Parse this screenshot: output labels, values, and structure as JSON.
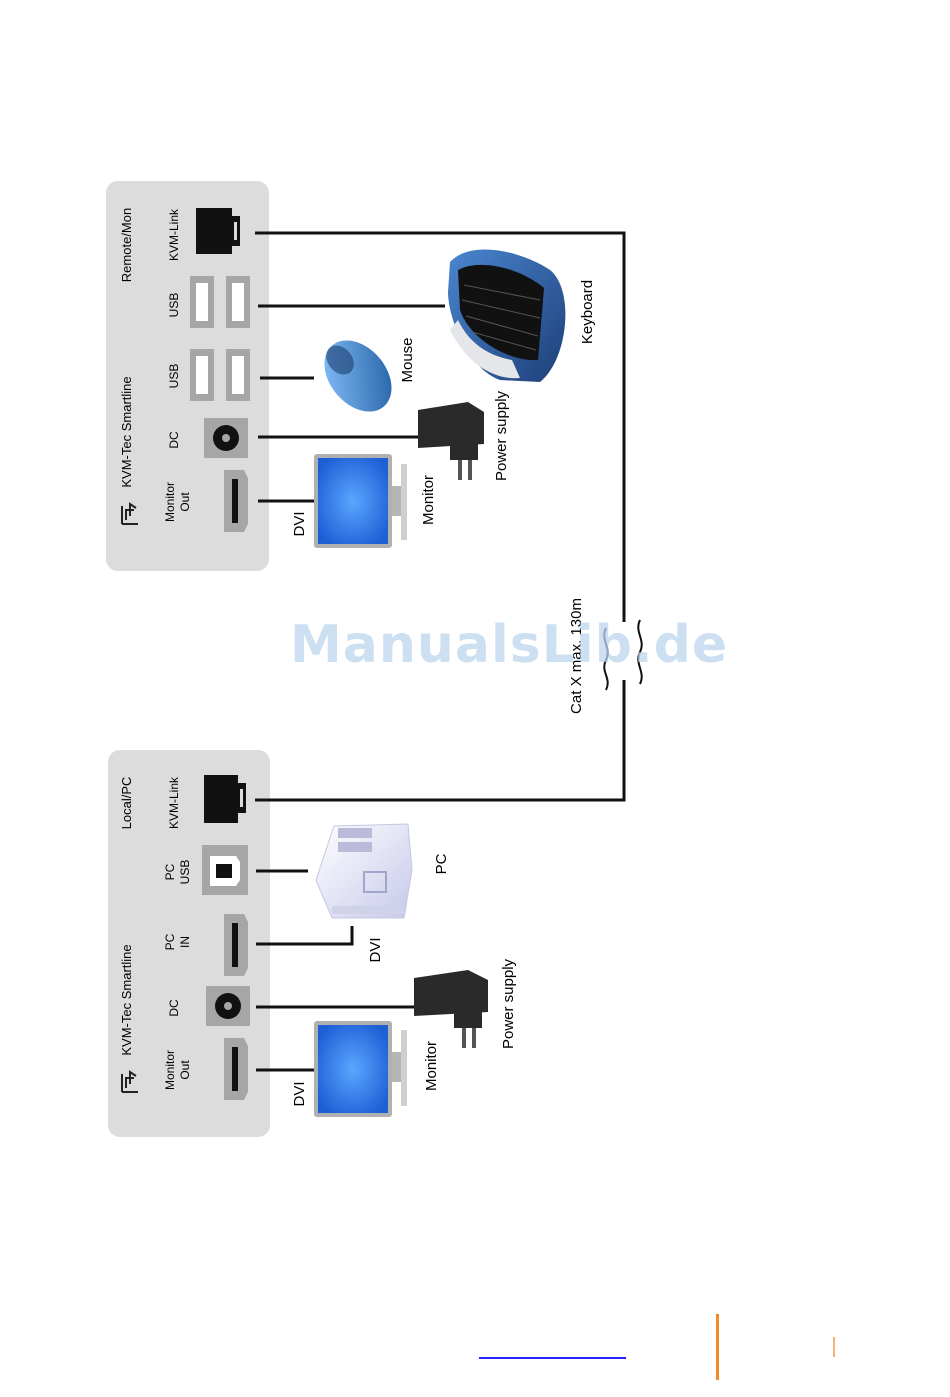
{
  "remote_unit": {
    "brand": "KVM-Tec Smartline",
    "name": "Remote/Mon",
    "ports": [
      "Monitor\nOut",
      "DC",
      "USB",
      "USB",
      "KVM-Link"
    ]
  },
  "local_unit": {
    "brand": "KVM-Tec Smartline",
    "name": "Local/PC",
    "ports": [
      "Monitor\nOut",
      "DC",
      "PC\nIN",
      "PC\nUSB",
      "KVM-Link"
    ]
  },
  "remote_devices": {
    "dvi": "DVI",
    "monitor": "Monitor",
    "power_supply": "Power supply",
    "mouse": "Mouse",
    "keyboard": "Keyboard"
  },
  "local_devices": {
    "dvi_monitor": "DVI",
    "monitor": "Monitor",
    "power_supply": "Power supply",
    "dvi_pc": "DVI",
    "pc": "PC"
  },
  "cable": {
    "label": "Cat X max. 130m"
  },
  "watermark": "ManualsLib.de",
  "colors": {
    "panel": "#dcdcdc",
    "port": "#a6a6a6",
    "screen": "#2f7df0",
    "keyboard": "#2f63a8",
    "mouse": "#3b8fdc",
    "plug": "#222222",
    "cable": "#111111"
  }
}
